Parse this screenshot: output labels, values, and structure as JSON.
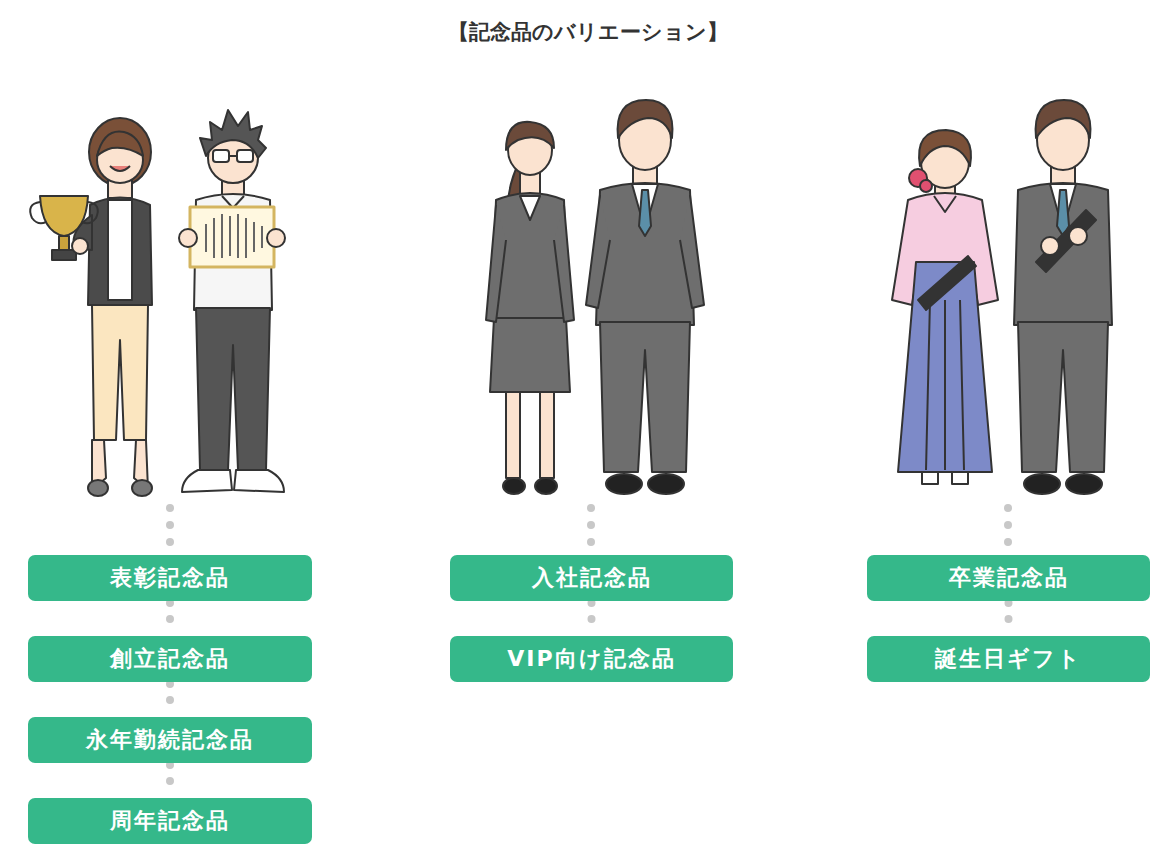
{
  "diagram": {
    "title": "【記念品のバリエーション】",
    "nodes": [
      {
        "text": [
          "表彰記念品"
        ]
      },
      {
        "text": [
          "創立記念品"
        ]
      },
      {
        "text": [
          "永年勤続記念品"
        ]
      },
      {
        "text": [
          "周年記念品"
        ]
      },
      {
        "text": [
          "入社記念品"
        ]
      },
      {
        "text": [
          "VIP向け記念品"
        ]
      },
      {
        "text": [
          "卒業記念品"
        ]
      },
      {
        "text": [
          "誕生日ギフト"
        ]
      }
    ],
    "edges": [
      {
        "from": 0,
        "to": 1,
        "arrow": "none"
      },
      {
        "from": 1,
        "to": 2,
        "arrow": "none"
      },
      {
        "from": 2,
        "to": 3,
        "arrow": "none"
      },
      {
        "from": 4,
        "to": 5,
        "arrow": "none"
      },
      {
        "from": 6,
        "to": 7,
        "arrow": "none"
      }
    ]
  }
}
